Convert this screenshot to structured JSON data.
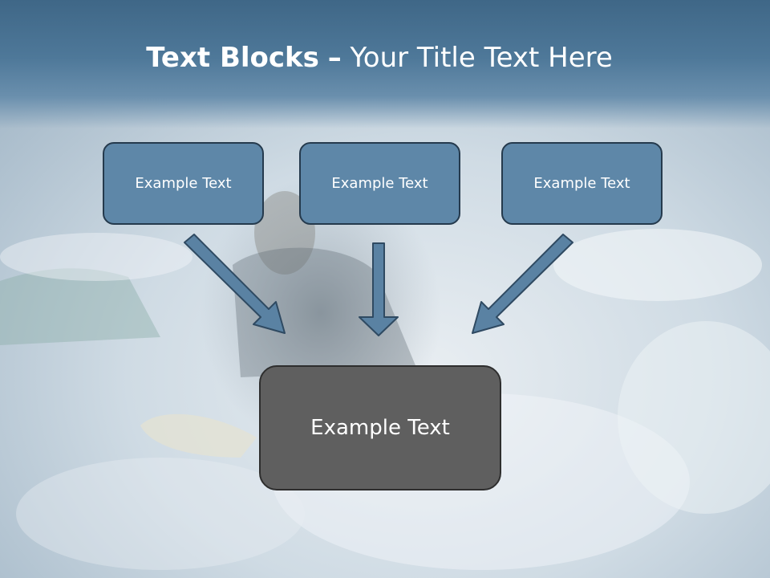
{
  "slide": {
    "title_bold": "Text Blocks",
    "title_dash": "–",
    "title_rest": "Your Title Text Here",
    "boxes": [
      {
        "label": "Example Text"
      },
      {
        "label": "Example Text"
      },
      {
        "label": "Example Text"
      }
    ],
    "main_box": {
      "label": "Example Text"
    }
  },
  "colors": {
    "header": "#4e7899",
    "box_fill": "#5e87a8",
    "box_border": "#253a4d",
    "main_fill": "#5f5f5f",
    "arrow_fill": "#5a82a3"
  },
  "background_image": "surfer-in-white-water-spray"
}
